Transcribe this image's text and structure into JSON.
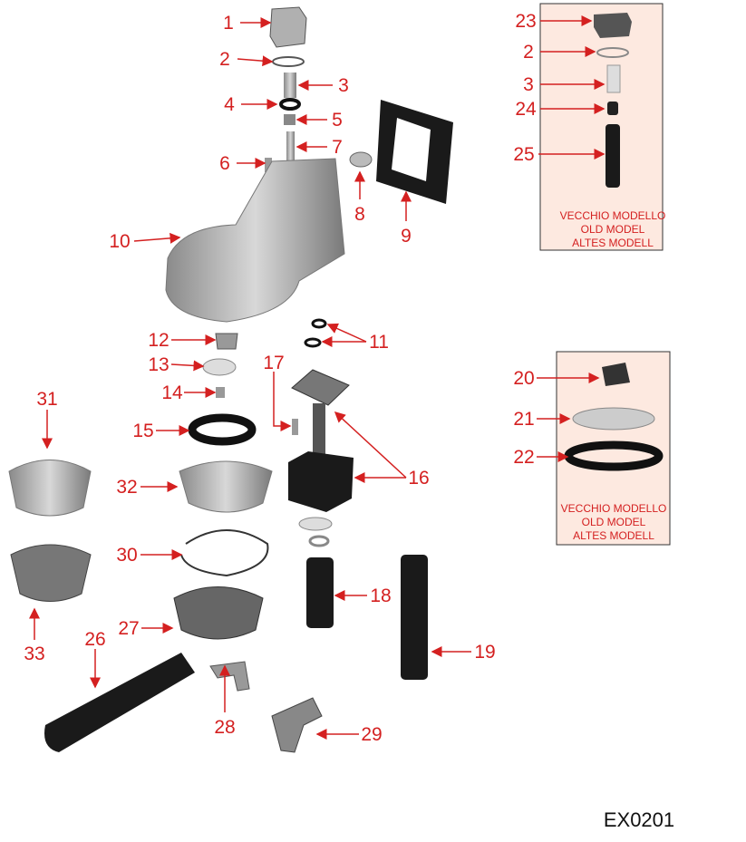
{
  "diagram": {
    "code": "EX0201",
    "callouts": [
      "1",
      "2",
      "3",
      "4",
      "5",
      "6",
      "7",
      "8",
      "9",
      "10",
      "11",
      "12",
      "13",
      "14",
      "15",
      "16",
      "17",
      "18",
      "19",
      "20",
      "21",
      "22",
      "23",
      "2",
      "3",
      "24",
      "25",
      "26",
      "27",
      "28",
      "29",
      "30",
      "31",
      "32",
      "33"
    ],
    "inset_top": {
      "lines": [
        "VECCHIO MODELLO",
        "OLD MODEL",
        "ALTES MODELL"
      ]
    },
    "inset_bottom": {
      "lines": [
        "VECCHIO MODELLO",
        "OLD MODEL",
        "ALTES MODELL"
      ]
    },
    "colors": {
      "callout": "#d42020",
      "inset_bg": "#fde9e0",
      "part_grey": "#b8b8b8",
      "part_dark": "#1a1a1a"
    }
  }
}
